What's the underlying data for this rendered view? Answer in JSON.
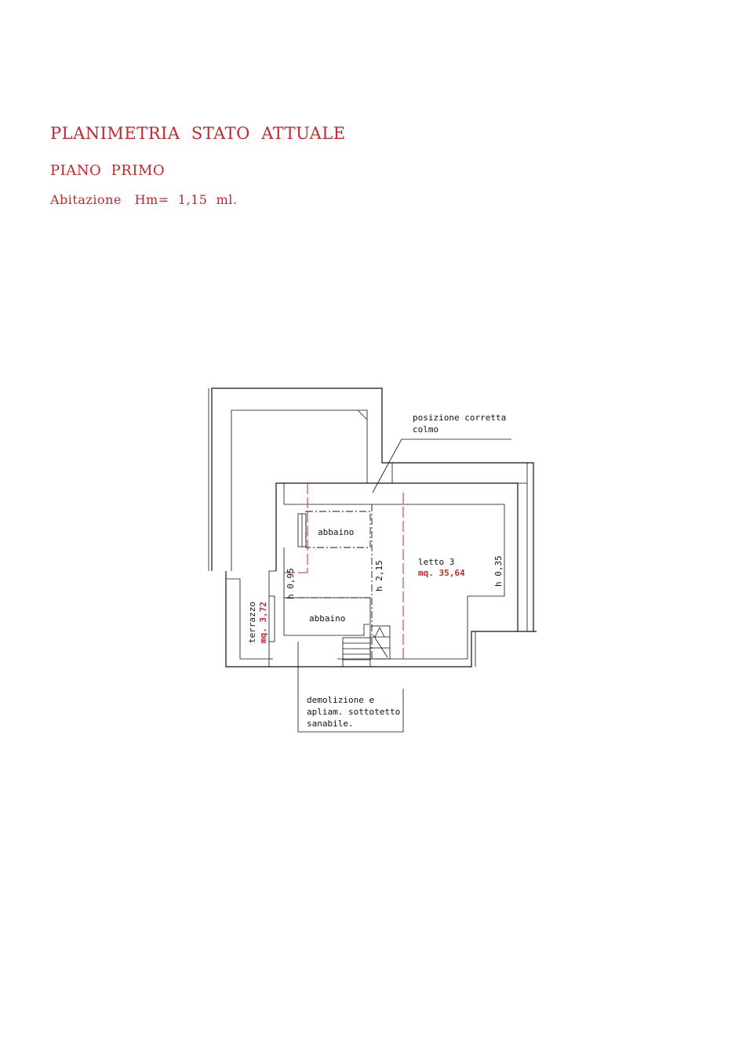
{
  "header": {
    "title": "PLANIMETRIA  STATO  ATTUALE",
    "subtitle": "PIANO  PRIMO",
    "info": "Abitazione   Hm=  1,15  ml."
  },
  "plan": {
    "note_top": [
      "posizione corretta",
      "colmo"
    ],
    "rooms": {
      "abbaino_upper": "abbaino",
      "abbaino_lower": "abbaino",
      "letto_name": "letto 3",
      "letto_area": "mq. 35,64",
      "terrazzo_name": "terrazzo",
      "terrazzo_area": "mq. 3,72"
    },
    "heights": {
      "h1": "h 0,95",
      "h2": "h 2,15",
      "h3": "h 0,35"
    },
    "note_bottom": [
      "demolizione e",
      "apliam. sottotetto",
      "sanabile."
    ]
  },
  "colors": {
    "accent": "#c0282d",
    "line": "#111111"
  }
}
